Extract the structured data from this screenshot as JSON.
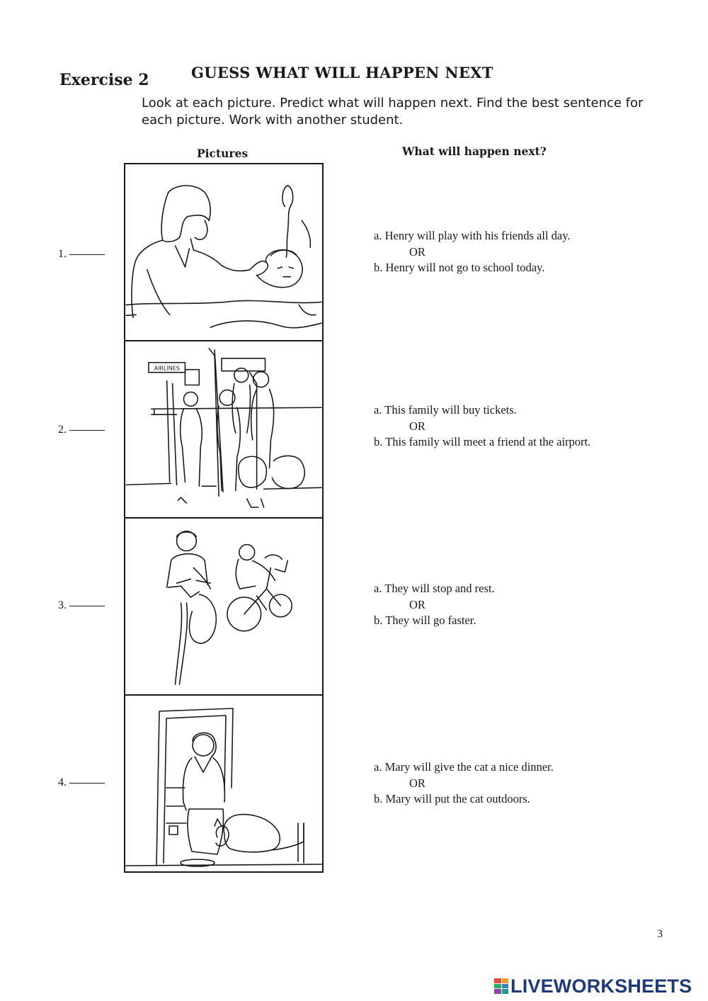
{
  "header": {
    "exercise_label": "Exercise 2",
    "title": "GUESS WHAT WILL HAPPEN NEXT",
    "instructions": "Look at each picture. Predict what will happen next. Find the best sentence for each picture. Work with another student."
  },
  "columns": {
    "pictures": "Pictures",
    "next": "What will happen next?"
  },
  "items": [
    {
      "number": "1.",
      "a": "a. Henry will play with his friends all day.",
      "or": "OR",
      "b": "b. Henry will not go to school today."
    },
    {
      "number": "2.",
      "a": "a. This family will buy tickets.",
      "or": "OR",
      "b": "b. This family will meet a friend at the airport."
    },
    {
      "number": "3.",
      "a": "a. They will stop and rest.",
      "or": "OR",
      "b": "b. They will go faster."
    },
    {
      "number": "4.",
      "a": "a. Mary will give the cat a nice dinner.",
      "or": "OR",
      "b": "b. Mary will put the cat outdoors."
    }
  ],
  "picture_text": {
    "airlines_sign": "AIRLINES"
  },
  "page_number": "3",
  "footer": {
    "logo_text": "LIVEWORKSHEETS",
    "logo_colors": [
      "#e84c3d",
      "#f39c12",
      "#27ae60",
      "#2e86c1",
      "#8e44ad",
      "#16a085"
    ],
    "logo_text_color": "#1f3a7a"
  }
}
